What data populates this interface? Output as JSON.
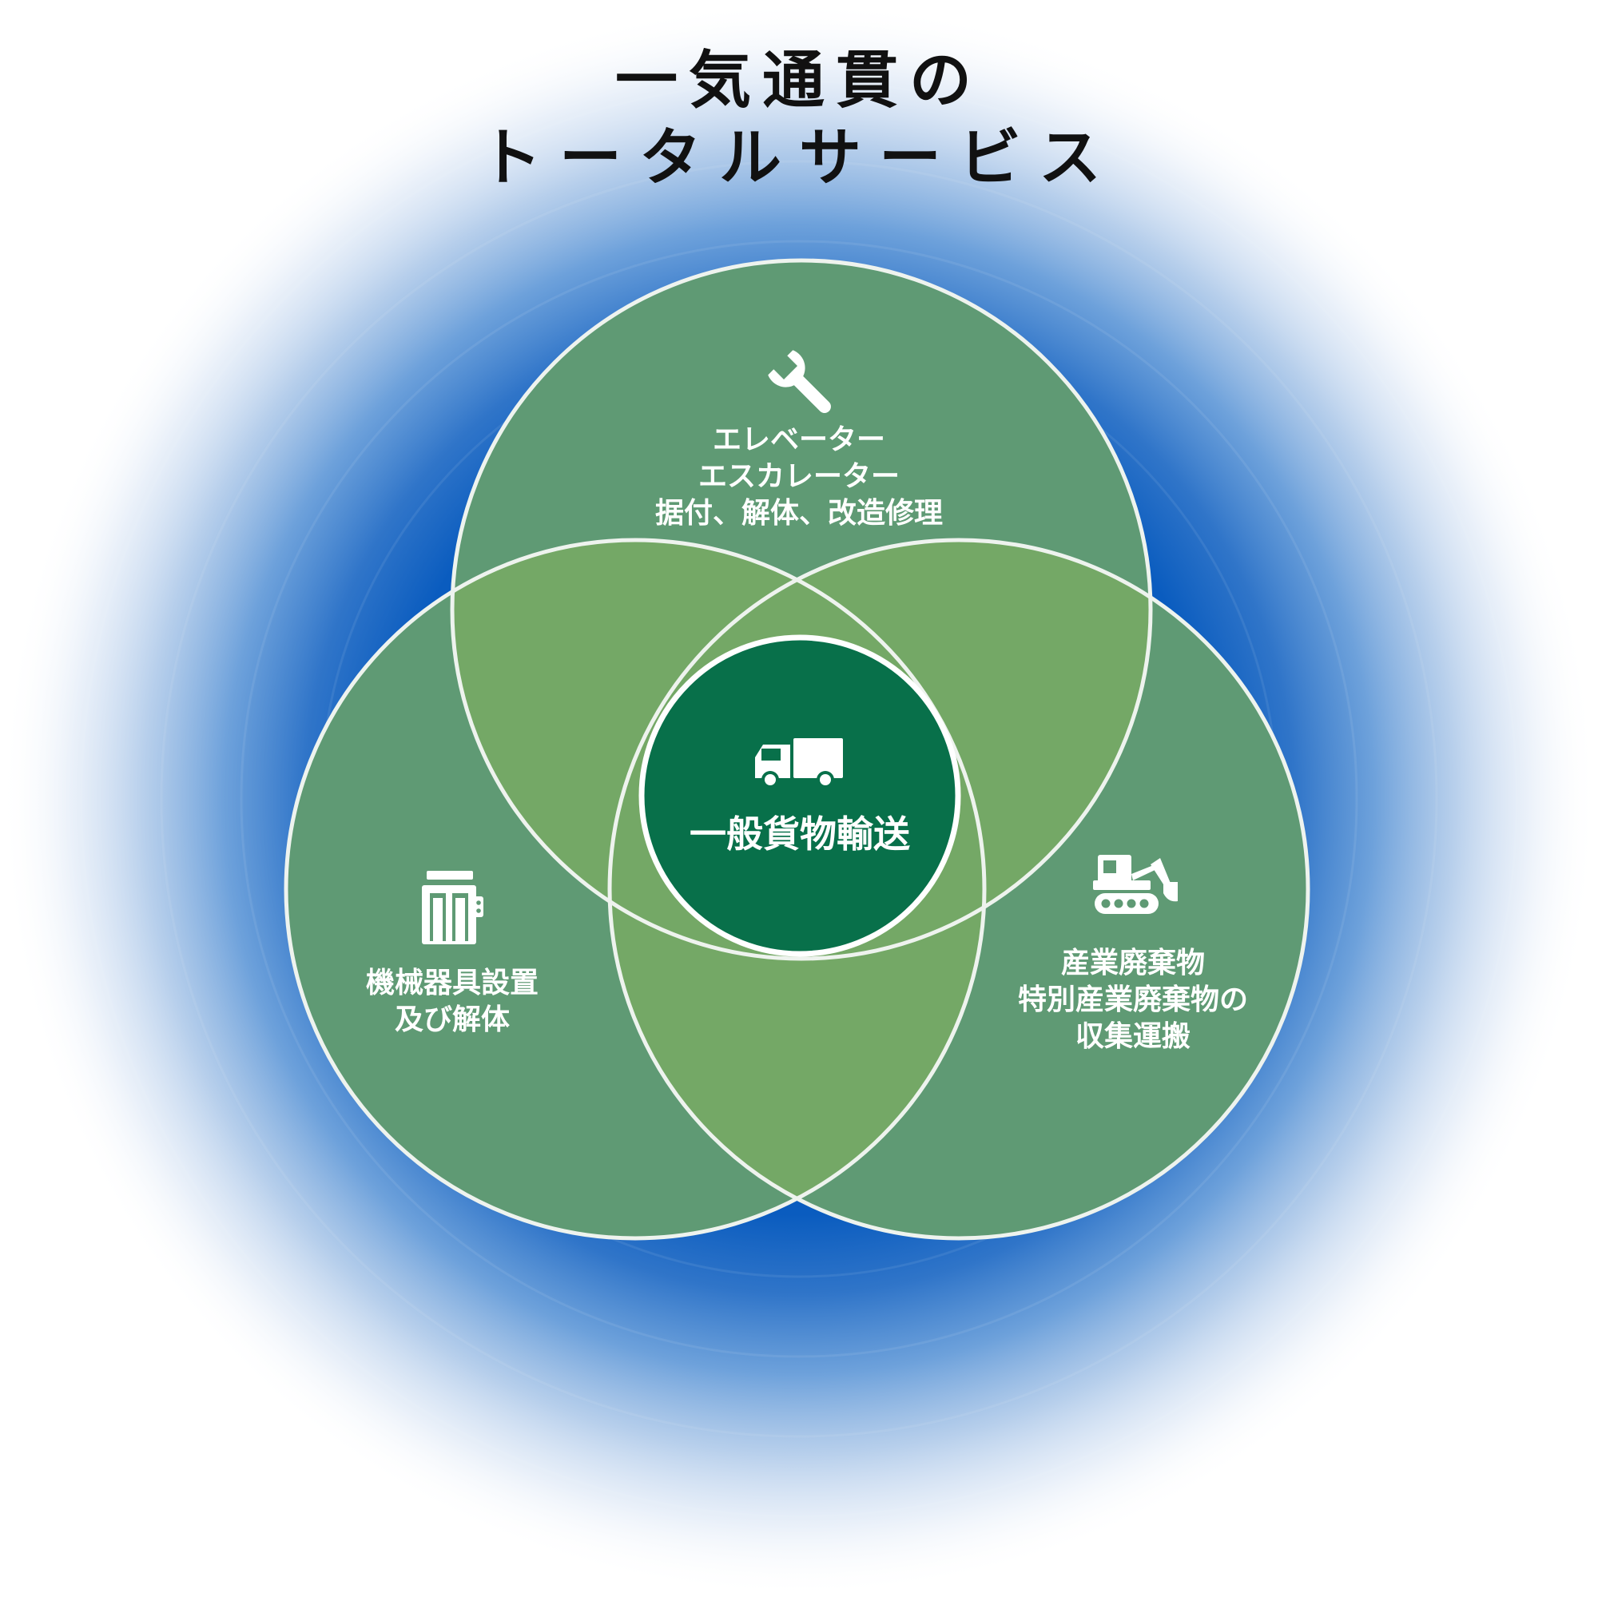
{
  "title": {
    "line1": "一気通貫の",
    "line2": "トータルサービス"
  },
  "colors": {
    "ring_blue": "#0a5cbf",
    "circle_green": "#5f9a74",
    "overlap_green": "#74a866",
    "center_green": "#08704a",
    "outline": "#eef3ee"
  },
  "circles": {
    "top": {
      "icon": "wrench-icon",
      "lines": [
        "エレベーター",
        "エスカレーター",
        "据付、解体、改造修理"
      ]
    },
    "left": {
      "icon": "elevator-icon",
      "lines": [
        "機械器具設置",
        "及び解体"
      ]
    },
    "right": {
      "icon": "excavator-icon",
      "lines": [
        "産業廃棄物",
        "特別産業廃棄物の",
        "収集運搬"
      ]
    },
    "center": {
      "icon": "truck-icon",
      "label": "一般貨物輸送"
    }
  }
}
